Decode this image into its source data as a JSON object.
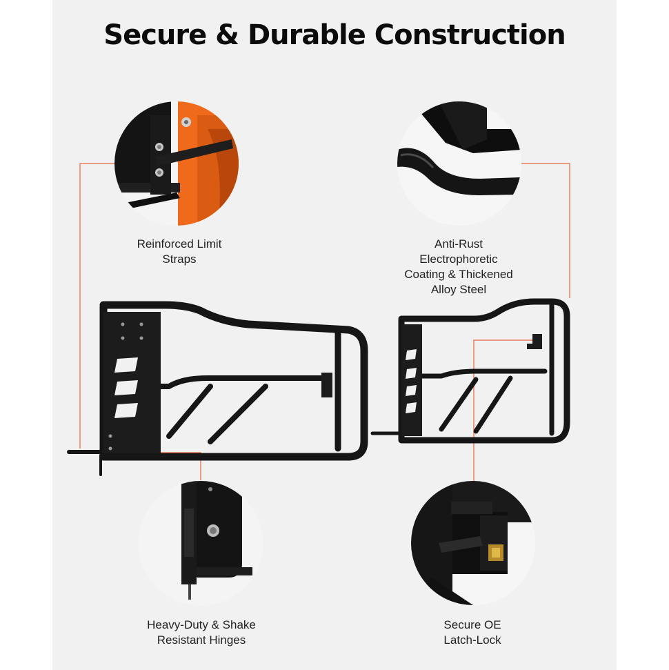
{
  "page": {
    "title": "Secure & Durable Construction"
  },
  "features": {
    "limit_straps": "Reinforced Limit\nStraps",
    "coating": "Anti-Rust\nElectrophoretic\nCoating & Thickened\nAlloy Steel",
    "hinges": "Heavy-Duty & Shake\nResistant Hinges",
    "latch": "Secure OE\nLatch-Lock"
  },
  "colors": {
    "background": "#ffffff",
    "panel": "#f1f1f1",
    "accent_line": "#e8683c",
    "jeep_orange": "#ef6a1a",
    "metal_black": "#141414"
  }
}
